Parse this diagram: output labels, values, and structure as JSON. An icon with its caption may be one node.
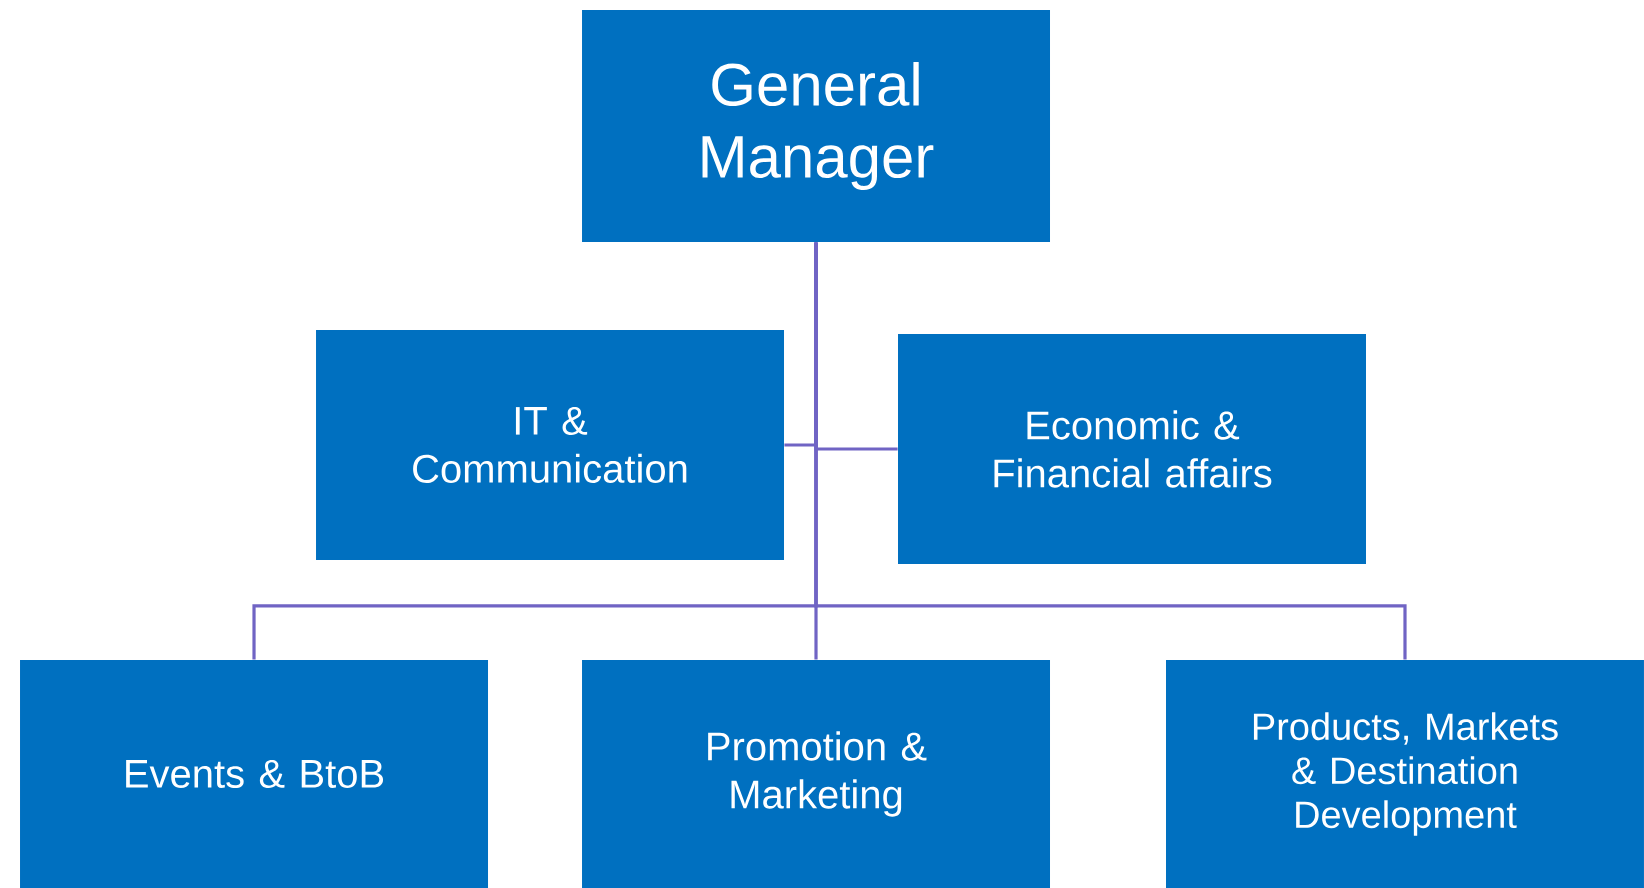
{
  "diagram": {
    "nodes": [
      {
        "text": [
          "General Manager"
        ]
      },
      {
        "text": [
          "IT & Communication"
        ]
      },
      {
        "text": [
          "Economic & Financial affairs"
        ]
      },
      {
        "text": [
          "Events & BtoB"
        ]
      },
      {
        "text": [
          "Promotion & Marketing"
        ]
      },
      {
        "text": [
          "Products, Markets & Destination Development"
        ]
      }
    ],
    "edges": [
      {
        "from": 0,
        "to": 1,
        "arrow": "none"
      },
      {
        "from": 0,
        "to": 2,
        "arrow": "none"
      },
      {
        "from": 0,
        "to": 3,
        "arrow": "none"
      },
      {
        "from": 0,
        "to": 4,
        "arrow": "none"
      },
      {
        "from": 0,
        "to": 5,
        "arrow": "none"
      }
    ]
  }
}
